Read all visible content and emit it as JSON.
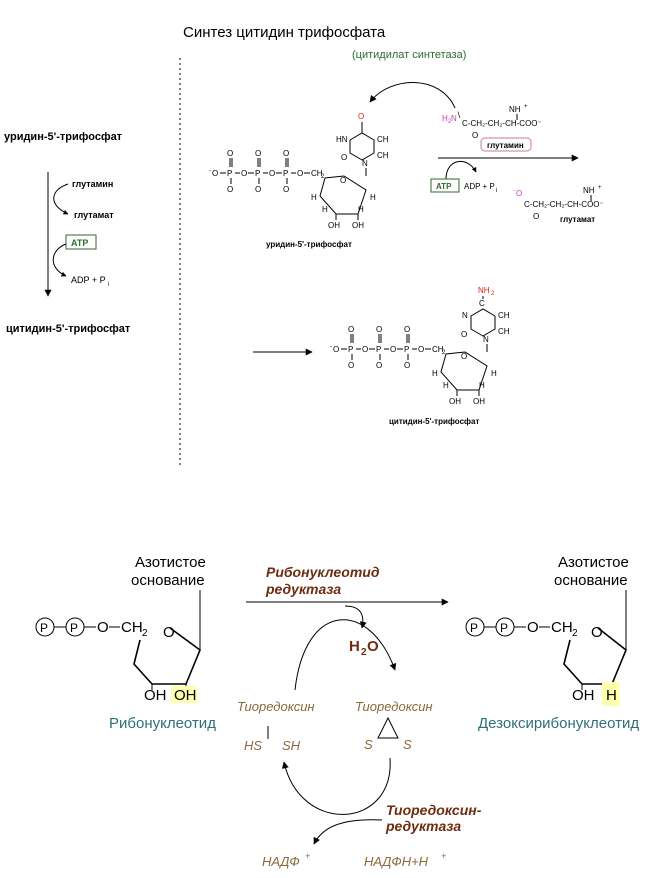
{
  "top": {
    "title": "Синтез цитидин трифосфата",
    "enzyme": "(цитидилат синтетаза)",
    "left_scheme": {
      "substrate": "уридин-5'-трифосфат",
      "in1": "глутамин",
      "out1": "глутамат",
      "atp": "ATP",
      "out2": "ADP + P",
      "out2_sub": "i",
      "product": "цитидин-5'-трифосфат"
    },
    "utp_label": "уридин-5'-трифосфат",
    "ctp_label": "цитидин-5'-трифосфат",
    "glutamine_label": "глутамин",
    "glutamate_label": "глутамат",
    "atp_box": "ATP",
    "adp": "ADP + P",
    "adp_sub": "i",
    "chem": {
      "o": "O",
      "o_minus": "O",
      "p": "P",
      "oh": "OH",
      "h": "H",
      "n": "N",
      "hn": "HN",
      "ch": "CH",
      "ch2": "CH",
      "c": "C",
      "nh2": "NH",
      "h2n": "H",
      "nh3": "NH",
      "coo": "COO",
      "chain_gln": "C-CH₂-CH₂-CH-COO⁻",
      "chain_glu": "C-CH₂-CH₂-CH-COO⁻"
    }
  },
  "bottom": {
    "base_left": [
      "Азотистое",
      "основание"
    ],
    "base_right": [
      "Азотистое",
      "основание"
    ],
    "enzyme1": [
      "Рибонуклеотид",
      "редуктаза"
    ],
    "p": "P",
    "o": "O",
    "ch2": "CH",
    "oh_left": "OH",
    "oh_right": "OH",
    "h_right": "H",
    "h2o": "H",
    "h2o_o": "O",
    "left_label": "Рибонуклеотид",
    "right_label": "Дезоксирибонуклеотид",
    "trx_reduced": "Тиоредоксин",
    "hs": "HS",
    "sh": "SH",
    "trx_oxidized": "Тиоредоксин",
    "s1": "S",
    "s2": "S",
    "enzyme2": [
      "Тиоредоксин-",
      "редуктаза"
    ],
    "nadp": "НАДФ",
    "nadph": "НАДФН+Н"
  },
  "colors": {
    "enzyme_green": "#2e6b2e",
    "teal": "#2f6f7a",
    "brown": "#8a6a3a",
    "enzyme_brown": "#6e2c10",
    "highlight": "#ffffb0",
    "red_o": "#e0201c",
    "magenta": "#c83cb4"
  }
}
